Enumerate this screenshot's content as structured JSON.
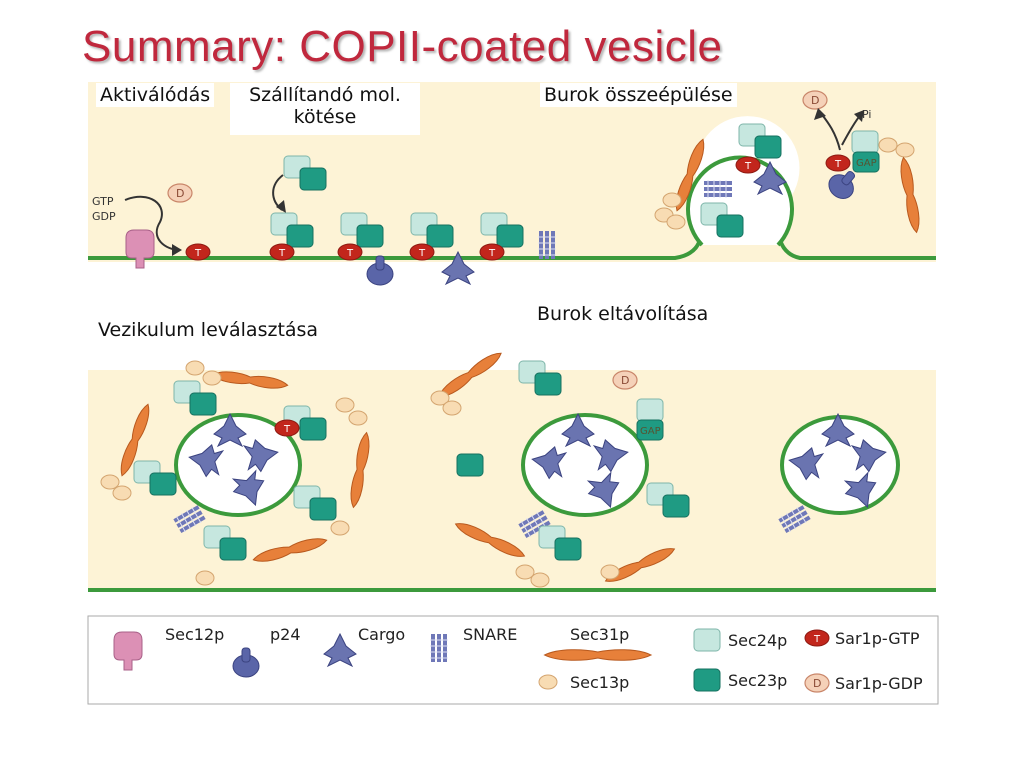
{
  "title": "Summary: COPII-coated vesicle",
  "steps": {
    "activation": "Aktiválódás",
    "cargo_binding_line1": "Szállítandó mol.",
    "cargo_binding_line2": "kötése",
    "coat_assembly": "Burok összeépülése",
    "vesicle_budding": "Vezikulum leválasztása",
    "coat_removal": "Burok eltávolítása"
  },
  "cycle": {
    "gtp": "GTP",
    "gdp": "GDP"
  },
  "markers": {
    "gtp_short": "T",
    "gdp_short": "D",
    "phosphate": "Pi",
    "gap": "GAP"
  },
  "legend": {
    "sec12p": "Sec12p",
    "p24": "p24",
    "cargo": "Cargo",
    "snare": "SNARE",
    "sec31p": "Sec31p",
    "sec13p": "Sec13p",
    "sec24p": "Sec24p",
    "sec23p": "Sec23p",
    "sar1p_gtp": "Sar1p-GTP",
    "sar1p_gdp": "Sar1p-GDP"
  },
  "colors": {
    "title": "#c0283d",
    "band": "#fdf3d6",
    "membrane": "#3c9a3c",
    "sec24p": "#c6e7df",
    "sec23p": "#1f9b83",
    "sar1p_gtp": "#c2261c",
    "sar1p_gdp": "#f5d1b8",
    "sec31p": "#e7803a",
    "sec13p": "#f8dcb3",
    "p24": "#5a65a8",
    "cargo": "#6a74b0",
    "sec12p": "#dc90b5"
  }
}
